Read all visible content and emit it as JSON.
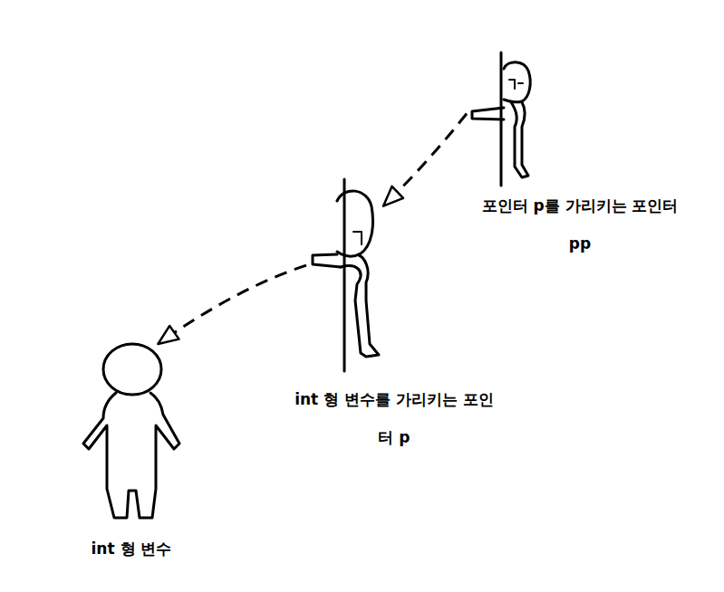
{
  "diagram": {
    "nodes": [
      {
        "text": [
          "포인터 p를 가리키는 포인터 pp"
        ]
      },
      {
        "text": [
          "int 형 변수를 가리키는 포인터 p"
        ]
      },
      {
        "text": [
          "int 형 변수"
        ]
      }
    ],
    "edges": [
      {
        "from": 0,
        "to": 1,
        "arrow": "to"
      },
      {
        "from": 1,
        "to": 2,
        "arrow": "to"
      }
    ]
  }
}
